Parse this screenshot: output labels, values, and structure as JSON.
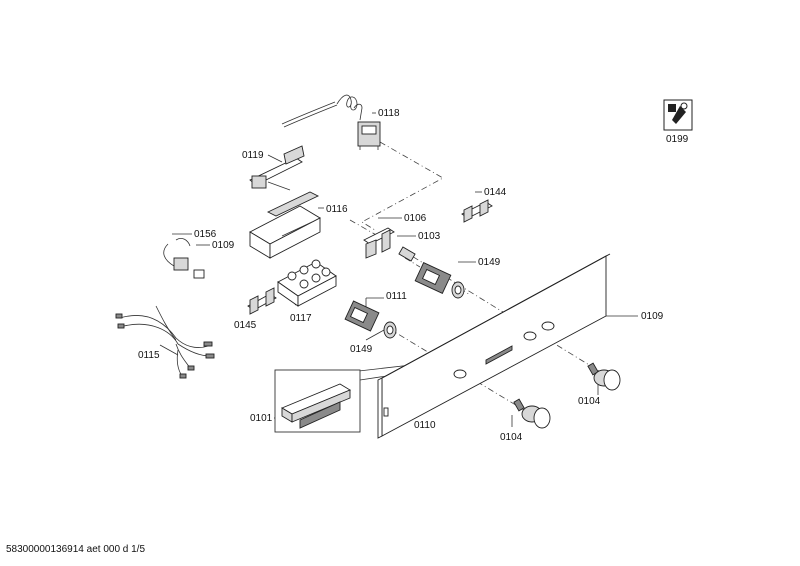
{
  "labels": {
    "p0118": "0118",
    "p0119": "0119",
    "p0116": "0116",
    "p0106": "0106",
    "p0103": "0103",
    "p0144": "0144",
    "p0156": "0156",
    "p0109a": "0109",
    "p0149a": "0149",
    "p0111": "0111",
    "p0145": "0145",
    "p0117": "0117",
    "p0149b": "0149",
    "p0109b": "0109",
    "p0115": "0115",
    "p0104a": "0104",
    "p0104b": "0104",
    "p0101": "0101",
    "p0110": "0110",
    "p0199": "0199"
  },
  "icons": {
    "service": "wrench-service-icon"
  },
  "footer": {
    "document_id": "58300000136914 aet 000 d 1/5"
  }
}
